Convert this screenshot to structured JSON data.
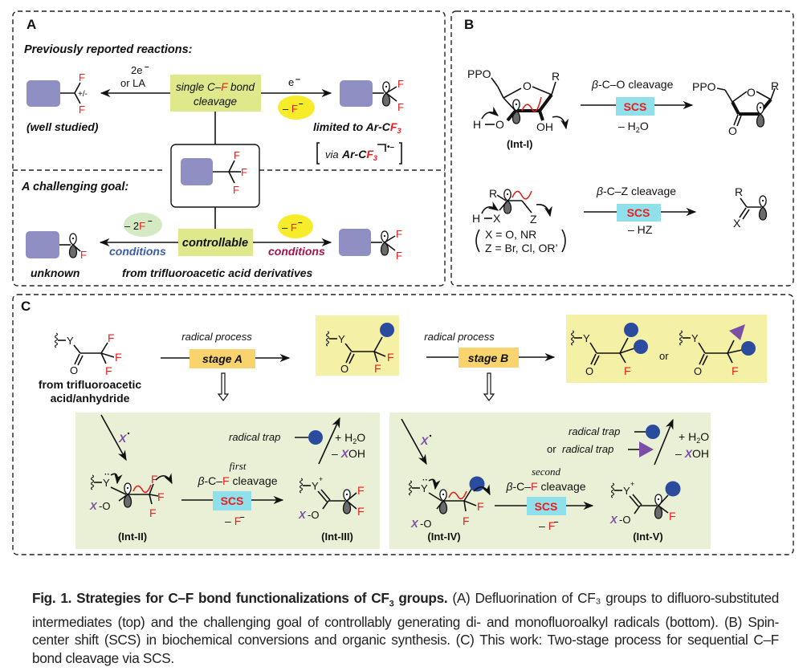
{
  "panelA": {
    "label": "A",
    "previously_reported": "Previously reported reactions:",
    "two_e": "2e",
    "or_la": "or LA",
    "e_minus": "e",
    "minus_sign": "–",
    "cation_anion": "+/-",
    "single_cf_1": "single C–",
    "single_cf_F": "F",
    "single_cf_2": " bond",
    "cleavage": "cleavage",
    "minus_F": "– ",
    "F": "F",
    "well_studied": "(well studied)",
    "limited_to": "limited to Ar-C",
    "limited_F3": "F",
    "sub3": "3",
    "via": "via",
    "via_ArC": "Ar-C",
    "challenging_goal": "A challenging goal:",
    "minus_2F": "– 2",
    "controllable": "controllable",
    "conditions": "conditions",
    "unknown": "unknown",
    "from_tfa": "from trifluoroacetic acid derivatives"
  },
  "panelB": {
    "label": "B",
    "ppo": "PPO",
    "R": "R",
    "O": "O",
    "H": "H",
    "OH": "OH",
    "int_I": "(Int-I)",
    "beta": "β",
    "beta_co": "-C–O cleavage",
    "scs": "SCS",
    "minus_h2o_1": "– H",
    "sub2": "2",
    "minus_h2o_2": "O",
    "X": "X",
    "Z": "Z",
    "x_def": "X = O, NR",
    "z_def": "Z = Br, Cl, OR’",
    "beta_cz": "-C–Z cleavage",
    "minus_hz": "– HZ"
  },
  "panelC": {
    "label": "C",
    "Y": "Y",
    "O": "O",
    "F": "F",
    "from_tfa_1": "from trifluoroacetic",
    "from_tfa_2": "acid/anhydride",
    "radical_process": "radical process",
    "stage_a": "stage A",
    "stage_b": "stage B",
    "or": "or",
    "X": "X",
    "x_dot": "X",
    "radical_trap": "radical trap",
    "or_radical_trap_or": "or",
    "plus_h2o_1": "+ H",
    "plus_h2o_2": "O",
    "sub2": "2",
    "minus_xoh_1": "– ",
    "minus_xoh_2": "OH",
    "first": "first",
    "second": "second",
    "beta": "β",
    "beta_c": "-C–",
    "cleavage": " cleavage",
    "scs": "SCS",
    "minus_F": "– ",
    "int_II": "(Int-II)",
    "int_III": "(Int-III)",
    "int_IV": "(Int-IV)",
    "int_V": "(Int-V)",
    "dash_O": "-O"
  },
  "caption": {
    "bold": "Fig. 1. Strategies for C–F bond functionalizations of CF",
    "bold_sub": "3",
    "bold_end": " groups.",
    "text": " (A) Defluorination of CF₃ groups to difluoro-substituted intermediates (top) and the challenging goal of controllably generating di- and monofluoroalkyl radicals (bottom). (B) Spin-center shift (SCS) in biochemical conversions and organic synthesis. (C) This work: Two-stage process for sequential C–F bond cleavage via SCS."
  },
  "colors": {
    "substrate_box": "#8f8fc4",
    "green_box": "#dfe88a",
    "yellow_ellipse": "#f6ec2a",
    "green_ellipse": "#d3eac4",
    "scs_box": "#8fe0ea",
    "stage_box": "#f9d36e",
    "product_box": "#f4f0a6",
    "intermediate_bg": "#eaf0d6",
    "radical_trap_blue": "#2b4c9e",
    "radical_trap_purple": "#7b4fa6",
    "fluorine_red": "#ee1c1c"
  }
}
